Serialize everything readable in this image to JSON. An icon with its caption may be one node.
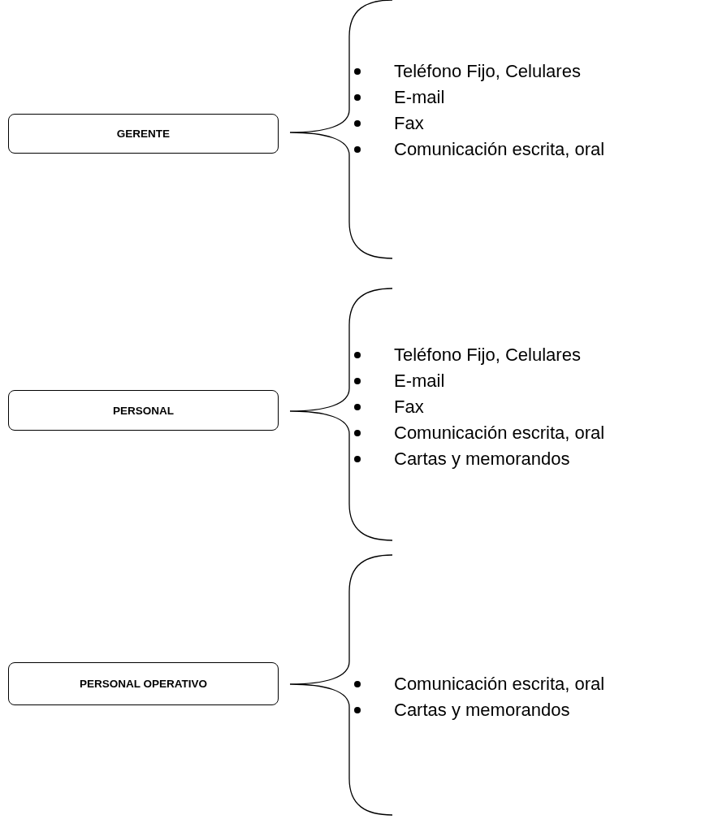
{
  "diagram": {
    "nodes": [
      {
        "text": [
          "GERENTE"
        ],
        "beside": [
          "Teléfono Fijo,  Celulares",
          "E-mail",
          "Fax",
          "Comunicación escrita, oral"
        ]
      },
      {
        "text": [
          "PERSONAL"
        ],
        "beside": [
          "Teléfono Fijo,  Celulares",
          "E-mail",
          "Fax",
          "Comunicación escrita, oral",
          "Cartas y memorandos"
        ]
      },
      {
        "text": [
          "PERSONAL OPERATIVO"
        ],
        "beside": [
          "Comunicación escrita, oral",
          "Cartas y memorandos"
        ]
      }
    ]
  }
}
